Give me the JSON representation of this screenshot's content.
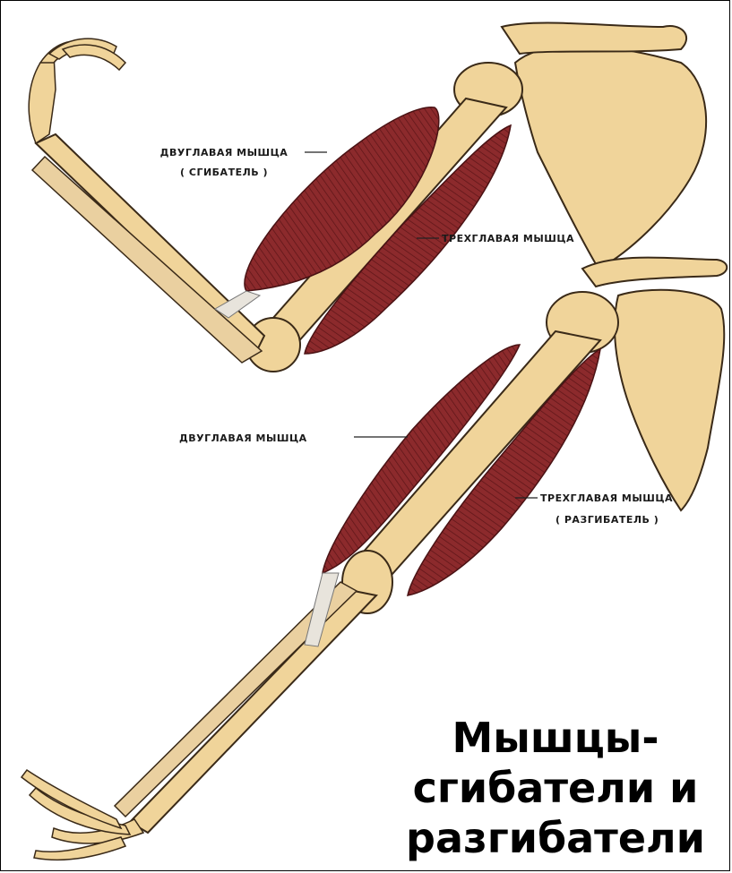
{
  "diagram": {
    "labels": {
      "flexed_biceps_line1": "ДВУГЛАВАЯ МЫШЦА",
      "flexed_biceps_line2": "( СГИБАТЕЛЬ )",
      "flexed_triceps": "ТРЕХГЛАВАЯ МЫШЦА",
      "extended_biceps": "ДВУГЛАВАЯ МЫШЦА",
      "extended_triceps_line1": "ТРЕХГЛАВАЯ МЫШЦА",
      "extended_triceps_line2": "( РАЗГИБАТЕЛЬ )"
    },
    "caption": {
      "line1": "Мышцы-",
      "line2": "сгибатели и",
      "line3": "разгибатели"
    },
    "colors": {
      "bone": "#f0d49a",
      "bone_shadow": "#c9a765",
      "muscle": "#8c2a2c",
      "muscle_striation": "#5e1518",
      "tendon": "#e8e4dc",
      "outline": "#3a2a18"
    }
  }
}
